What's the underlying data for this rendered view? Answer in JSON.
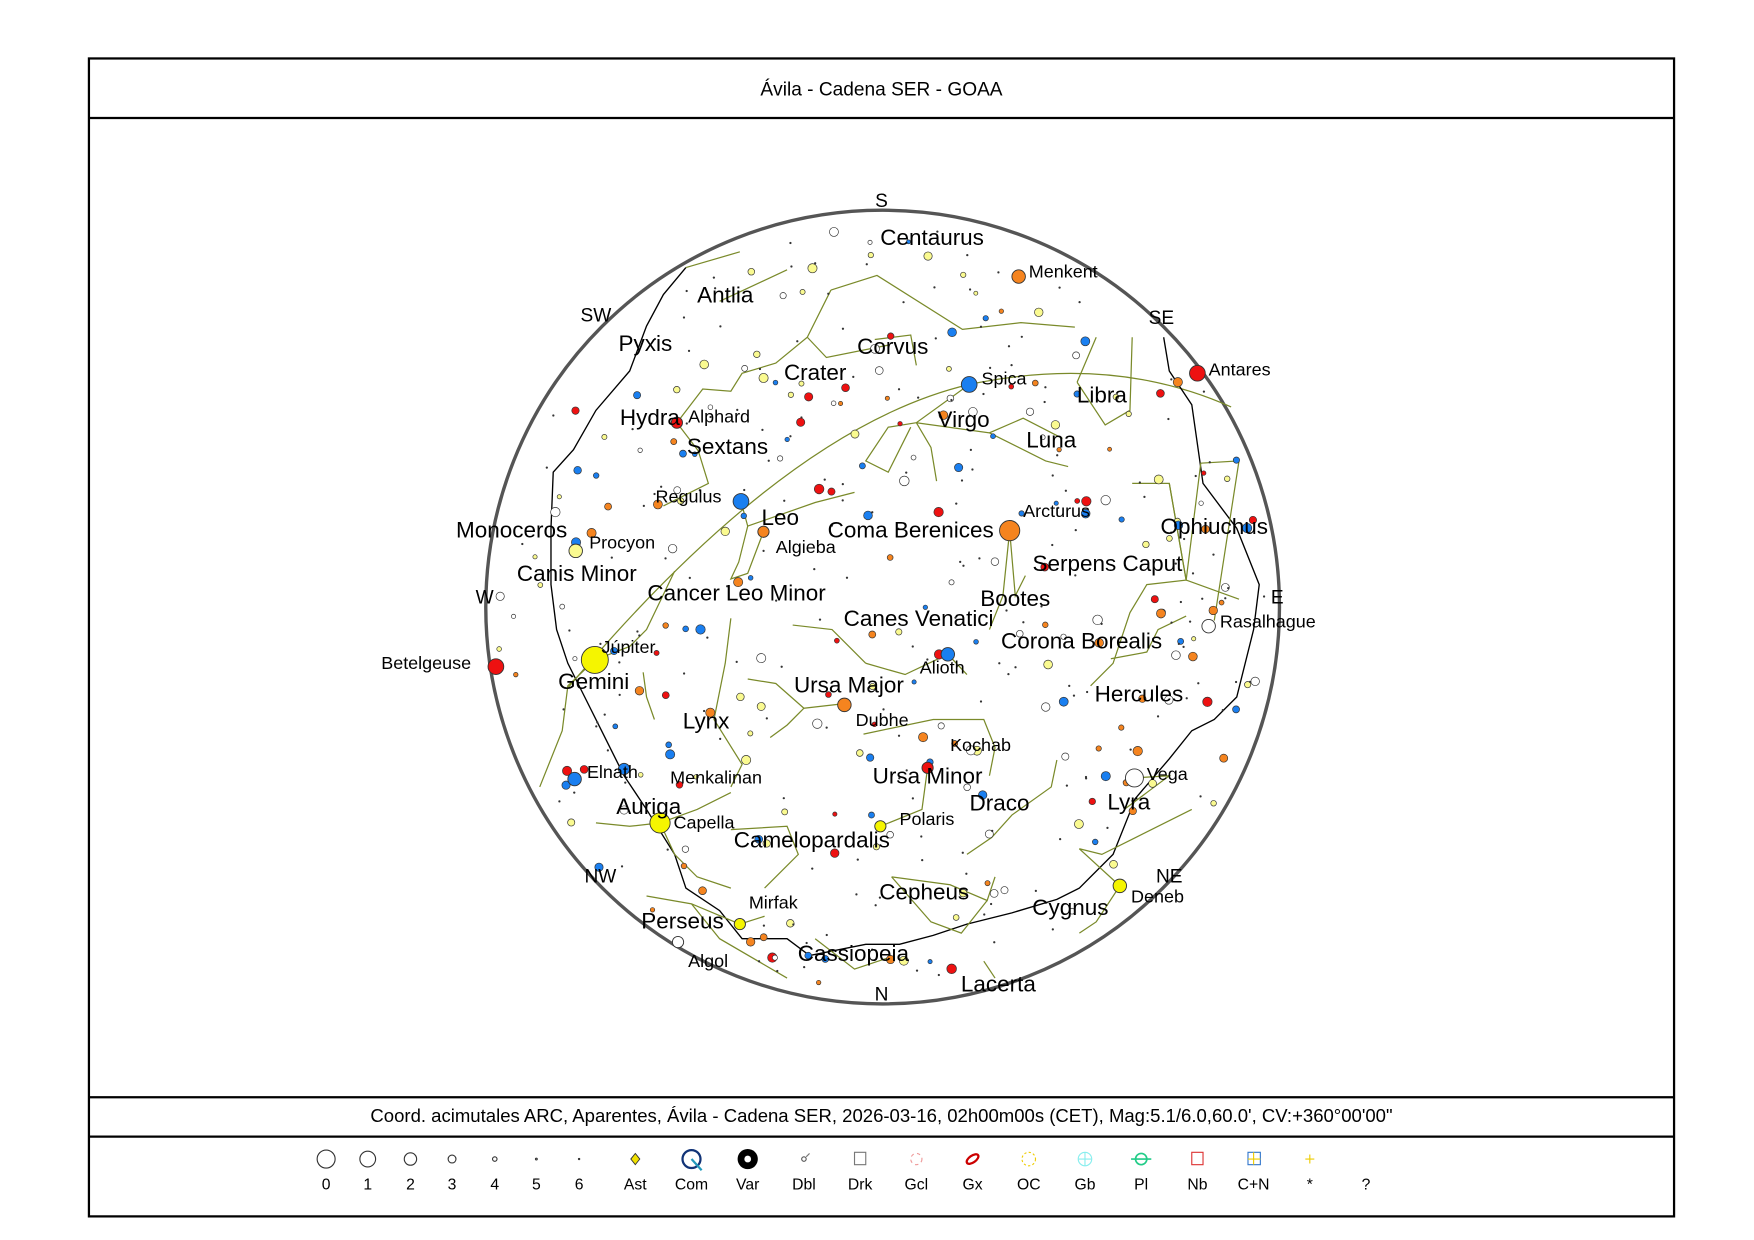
{
  "header": {
    "title": "Ávila - Cadena SER - GOAA"
  },
  "footer": {
    "caption": "Coord. acimutales ARC, Aparentes, Ávila - Cadena SER, 2026-03-16, 02h00m00s (CET), Mag:5.1/6.0,60.0', CV:+360°00'00\""
  },
  "cardinals": {
    "S": "S",
    "SW": "SW",
    "SE": "SE",
    "W": "W",
    "E": "E",
    "NW": "NW",
    "NE": "NE",
    "N": "N"
  },
  "constellations": [
    "Centaurus",
    "Antlia",
    "Pyxis",
    "Corvus",
    "Crater",
    "Libra",
    "Luna",
    "Virgo",
    "Hydra",
    "Sextans",
    "Leo",
    "Coma Berenices",
    "Serpens Caput",
    "Ophiuchus",
    "Monoceros",
    "Canis Minor",
    "Cancer",
    "Leo Minor",
    "Bootes",
    "Canes Venatici",
    "Corona Borealis",
    "Gemini",
    "Ursa Major",
    "Hercules",
    "Lynx",
    "Ursa Minor",
    "Auriga",
    "Lyra",
    "Draco",
    "Camelopardalis",
    "Cepheus",
    "Cygnus",
    "Perseus",
    "Cassiopeia",
    "Lacerta"
  ],
  "stars": [
    "Menkent",
    "Antares",
    "Spica",
    "Alphard",
    "Regulus",
    "Algieba",
    "Arcturus",
    "Procyon",
    "Rasalhague",
    "Júpiter",
    "Betelgeuse",
    "Alioth",
    "Dubhe",
    "Vega",
    "Kochab",
    "Elnath",
    "Menkalinan",
    "Polaris",
    "Capella",
    "Deneb",
    "Mirfak",
    "Algol"
  ],
  "legend": [
    "0",
    "1",
    "2",
    "3",
    "4",
    "5",
    "6",
    "Ast",
    "Com",
    "Var",
    "Dbl",
    "Drk",
    "Gcl",
    "Gx",
    "OC",
    "Gb",
    "Pl",
    "Nb",
    "C+N",
    "*",
    "?"
  ],
  "colors": {
    "blue": "#1a7ff0",
    "red": "#ee1111",
    "orange": "#f5841f",
    "yellow": "#f5f500",
    "paleyellow": "#fafa90",
    "white": "#ffffff",
    "line": "#7a8a2a"
  }
}
